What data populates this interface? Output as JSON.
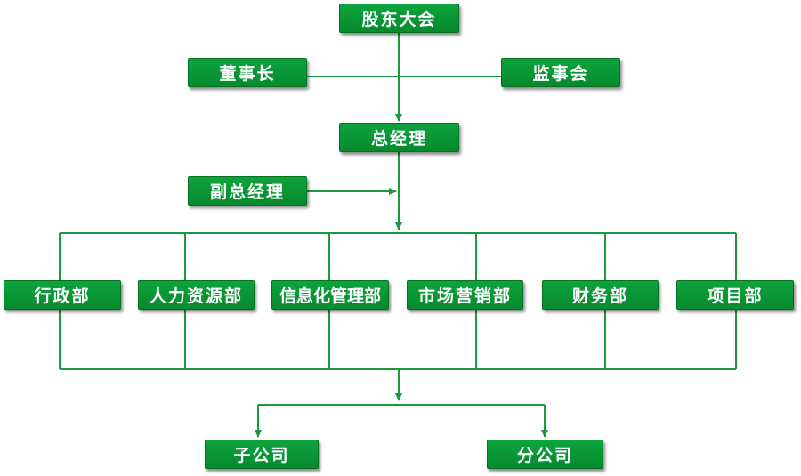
{
  "diagram": {
    "top": {
      "shareholders": "股东大会"
    },
    "board": {
      "chairman": "董事长",
      "supervisors": "监事会"
    },
    "management": {
      "general_manager": "总经理",
      "deputy_general_manager": "副总经理"
    },
    "departments": [
      "行政部",
      "人力资源部",
      "信息化管理部",
      "市场营销部",
      "财务部",
      "项目部"
    ],
    "subsidiaries": {
      "subsidiary": "子公司",
      "branch": "分公司"
    },
    "colors": {
      "box": "#0a9a38",
      "box_border": "#05721f",
      "line": "#1a9a3c",
      "text": "#ffffff"
    }
  }
}
